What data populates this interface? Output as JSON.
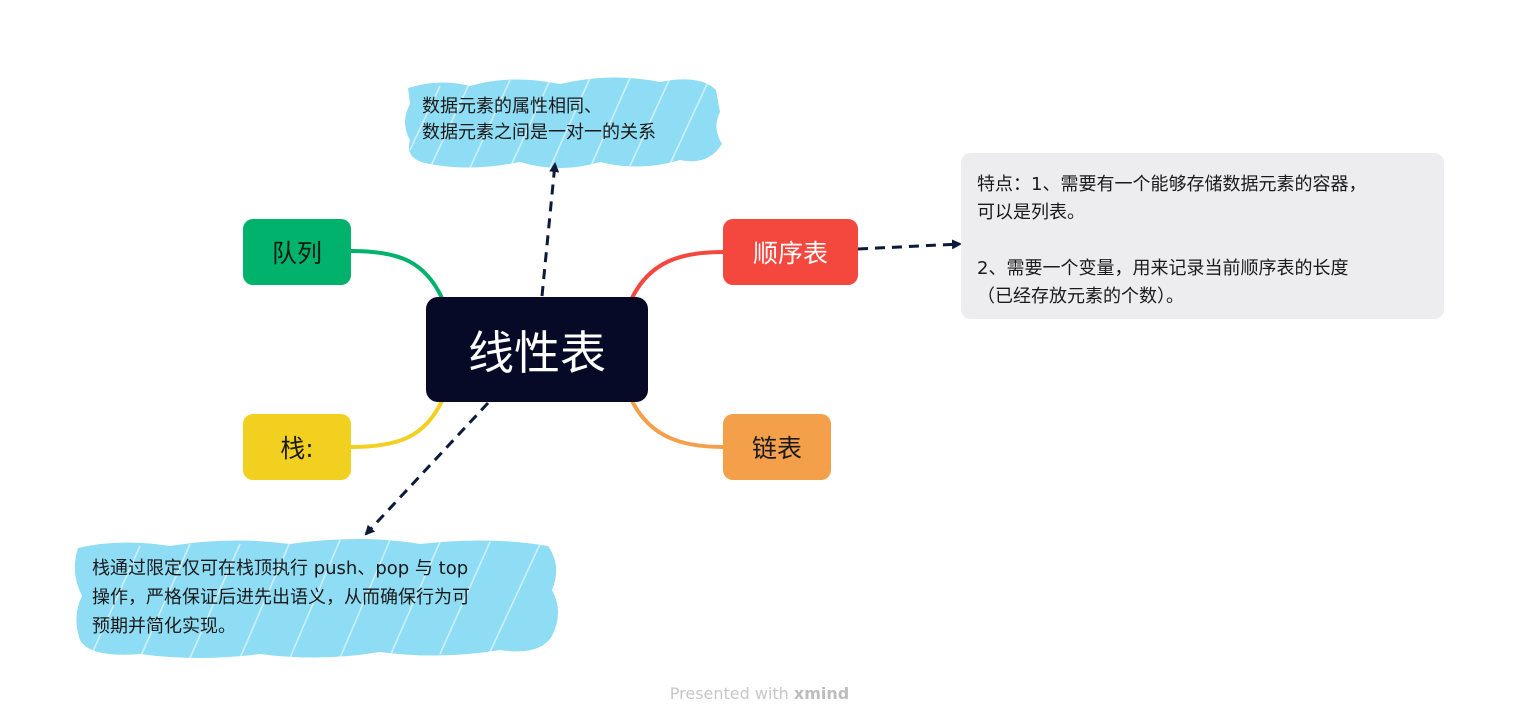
{
  "central": {
    "label": "线性表"
  },
  "topics": {
    "queue": "队列",
    "stack": "栈:",
    "sequence": "顺序表",
    "linked": "链表"
  },
  "notes": {
    "top": "数据元素的属性相同、\n数据元素之间是一对一的关系",
    "stack": "栈通过限定仅可在栈顶执行 push、pop 与 top\n操作，严格保证后进先出语义，从而确保行为可\n预期并简化实现。",
    "sequence": "特点：1、需要有一个能够存储数据元素的容器，\n可以是列表。\n\n2、需要一个变量，用来记录当前顺序表的长度\n（已经存放元素的个数）。"
  },
  "footer": {
    "prefix": "Presented with",
    "brand": "xmind"
  },
  "colors": {
    "central": "#060a26",
    "queue": "#00b26c",
    "stack": "#f2d01f",
    "sequence": "#f4473e",
    "linked": "#f4a04a",
    "scribble": "#8fdcf5",
    "note_bg": "#edecef"
  }
}
